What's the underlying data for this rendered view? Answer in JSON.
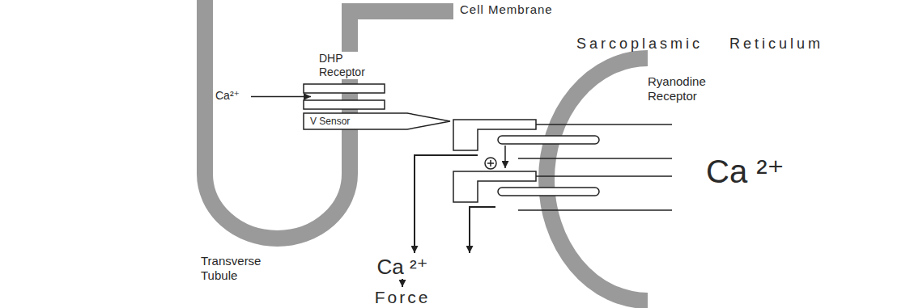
{
  "diagram": {
    "nodes": [
      {
        "text": [
          "V Sensor"
        ]
      }
    ],
    "labels": [
      "Cell Membrane",
      "DHP Receptor",
      "Ca²⁺",
      "Sarcoplasmic Reticulum",
      "Ryanodine Receptor",
      "Ca ²⁺",
      "Transverse Tubule",
      "Ca ²⁺",
      "Force"
    ]
  }
}
